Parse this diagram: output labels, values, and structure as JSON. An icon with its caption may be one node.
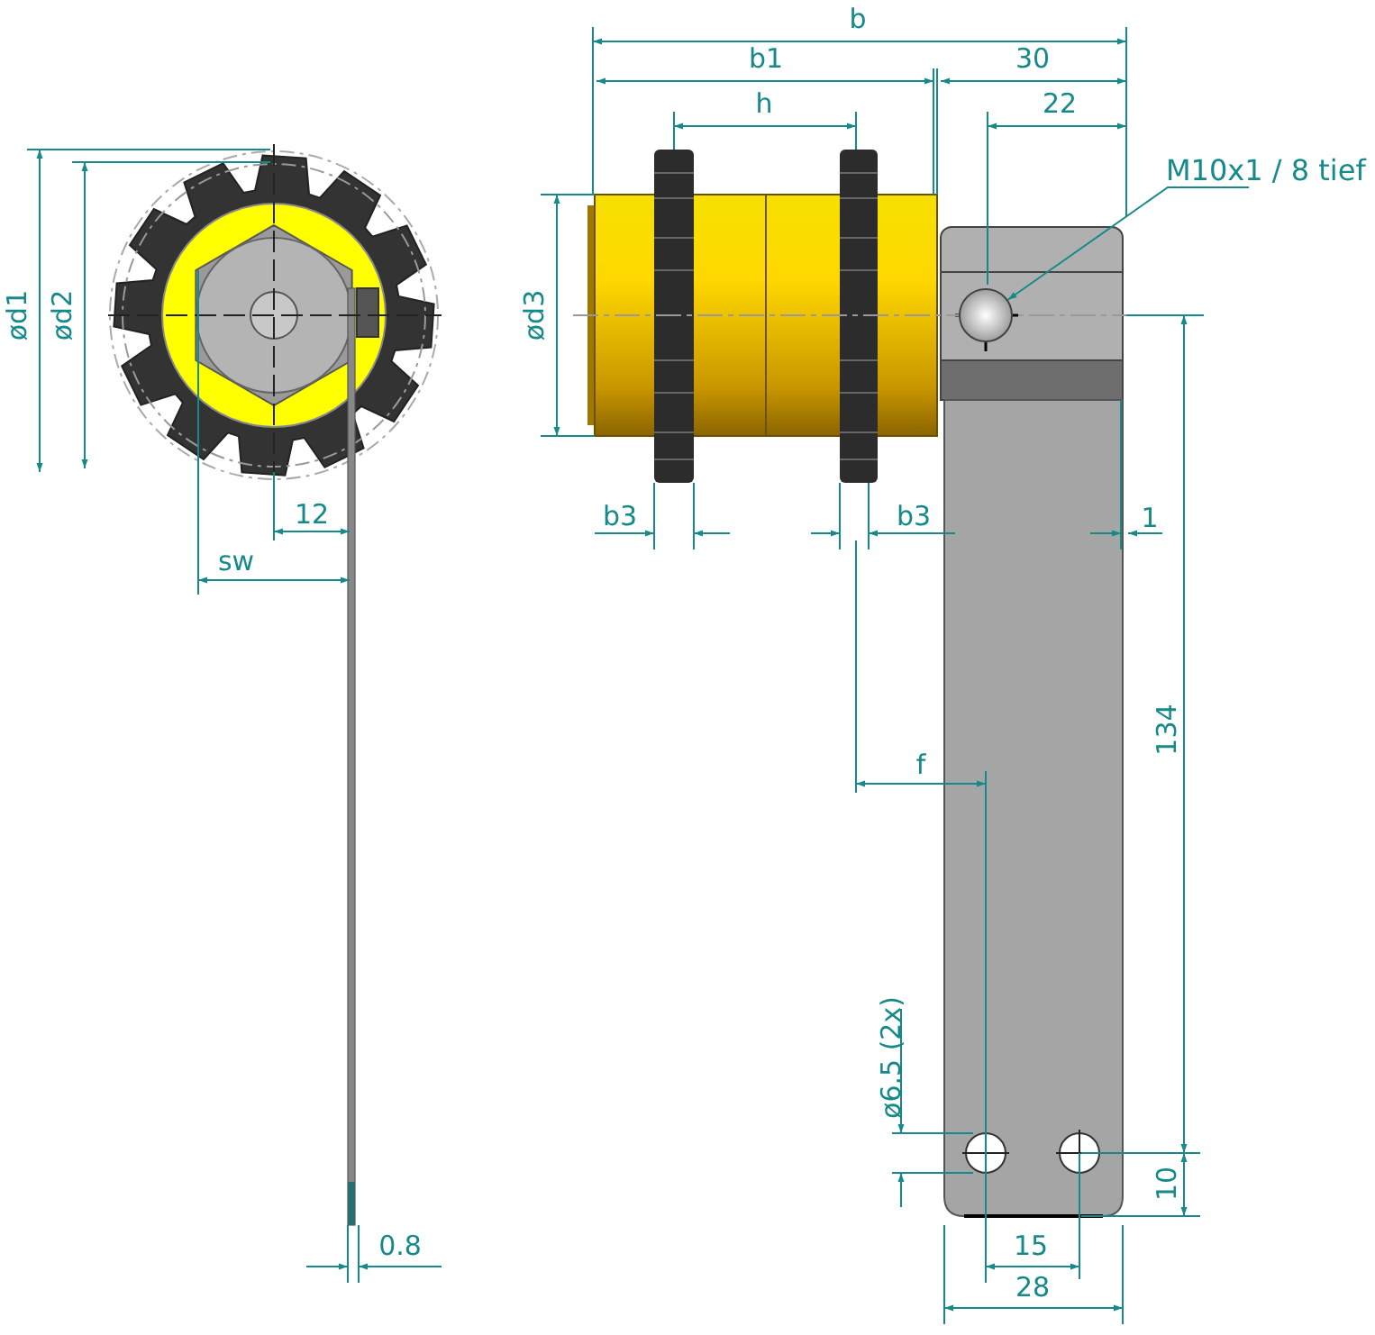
{
  "diagram": {
    "nodes": [
      {
        "text": [
          "M10x1 / 8 tief"
        ]
      },
      {
        "text": [],
        "shape": "circle"
      }
    ],
    "edges": [
      {
        "from": 0,
        "to": 1,
        "arrow": "to"
      }
    ],
    "labels": [
      "ød1",
      "ød2",
      "12",
      "sw",
      "b",
      "b1",
      "30",
      "h",
      "22",
      "ød3",
      "b3",
      "b3",
      "1",
      "f",
      "134",
      "ø6.5 (2x)",
      "10",
      "15",
      "28",
      "0.8"
    ]
  }
}
